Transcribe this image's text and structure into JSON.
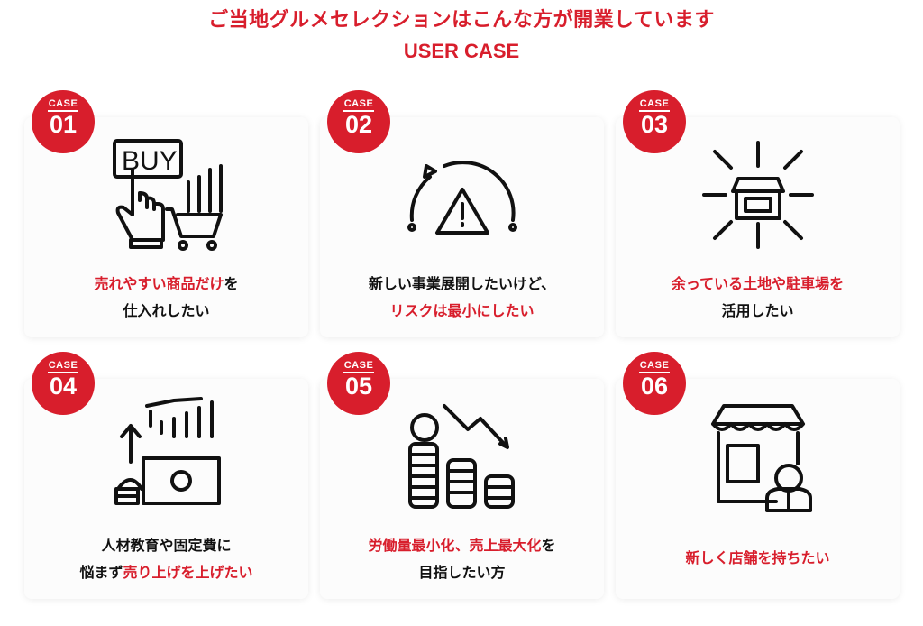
{
  "header": {
    "title": "ご当地グルメセレクションはこんな方が開業しています",
    "subtitle": "USER CASE"
  },
  "colors": {
    "accent": "#d81e2c",
    "text": "#111111"
  },
  "cases": [
    {
      "label": "CASE",
      "number": "01",
      "icon": "buy-cart-chart-icon",
      "lines": [
        [
          {
            "t": "売れやすい商品だけ",
            "red": true
          },
          {
            "t": "を",
            "red": false
          }
        ],
        [
          {
            "t": "仕入れしたい",
            "red": false
          }
        ]
      ]
    },
    {
      "label": "CASE",
      "number": "02",
      "icon": "risk-gauge-icon",
      "lines": [
        [
          {
            "t": "新しい事業展開したいけど、",
            "red": false
          }
        ],
        [
          {
            "t": "リスクは最小にしたい",
            "red": true
          }
        ]
      ]
    },
    {
      "label": "CASE",
      "number": "03",
      "icon": "store-expand-icon",
      "lines": [
        [
          {
            "t": "余っている土地や駐車場を",
            "red": true
          }
        ],
        [
          {
            "t": "活用したい",
            "red": false
          }
        ]
      ]
    },
    {
      "label": "CASE",
      "number": "04",
      "icon": "growth-money-icon",
      "lines": [
        [
          {
            "t": "人材教育や固定費に",
            "red": false
          }
        ],
        [
          {
            "t": "悩まず",
            "red": false
          },
          {
            "t": "売り上げを上げたい",
            "red": true
          }
        ]
      ]
    },
    {
      "label": "CASE",
      "number": "05",
      "icon": "coins-decline-icon",
      "lines": [
        [
          {
            "t": "労働量最小化、売上最大化",
            "red": true
          },
          {
            "t": "を",
            "red": false
          }
        ],
        [
          {
            "t": "目指したい方",
            "red": false
          }
        ]
      ]
    },
    {
      "label": "CASE",
      "number": "06",
      "icon": "shop-owner-icon",
      "lines": [
        [
          {
            "t": "新しく店舗を持ちたい",
            "red": true
          }
        ]
      ]
    }
  ]
}
